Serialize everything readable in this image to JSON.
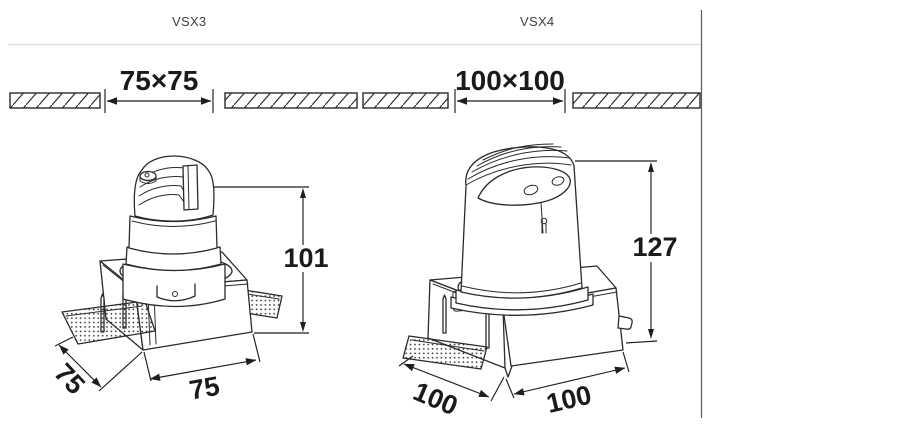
{
  "colors": {
    "line_ink": "#2b2b2b",
    "dimension_text": "#1a1a1a",
    "model_label_text": "#3f3f3f",
    "divider_light": "#dcdcdc",
    "divider_dark": "#5d5d5d",
    "background": "#ffffff"
  },
  "products": {
    "vsx3": {
      "model": "VSX3",
      "cutout": "75×75",
      "height": "101",
      "width": "75",
      "depth": "75"
    },
    "vsx4": {
      "model": "VSX4",
      "cutout": "100×100",
      "height": "127",
      "width": "100",
      "depth": "100"
    }
  }
}
